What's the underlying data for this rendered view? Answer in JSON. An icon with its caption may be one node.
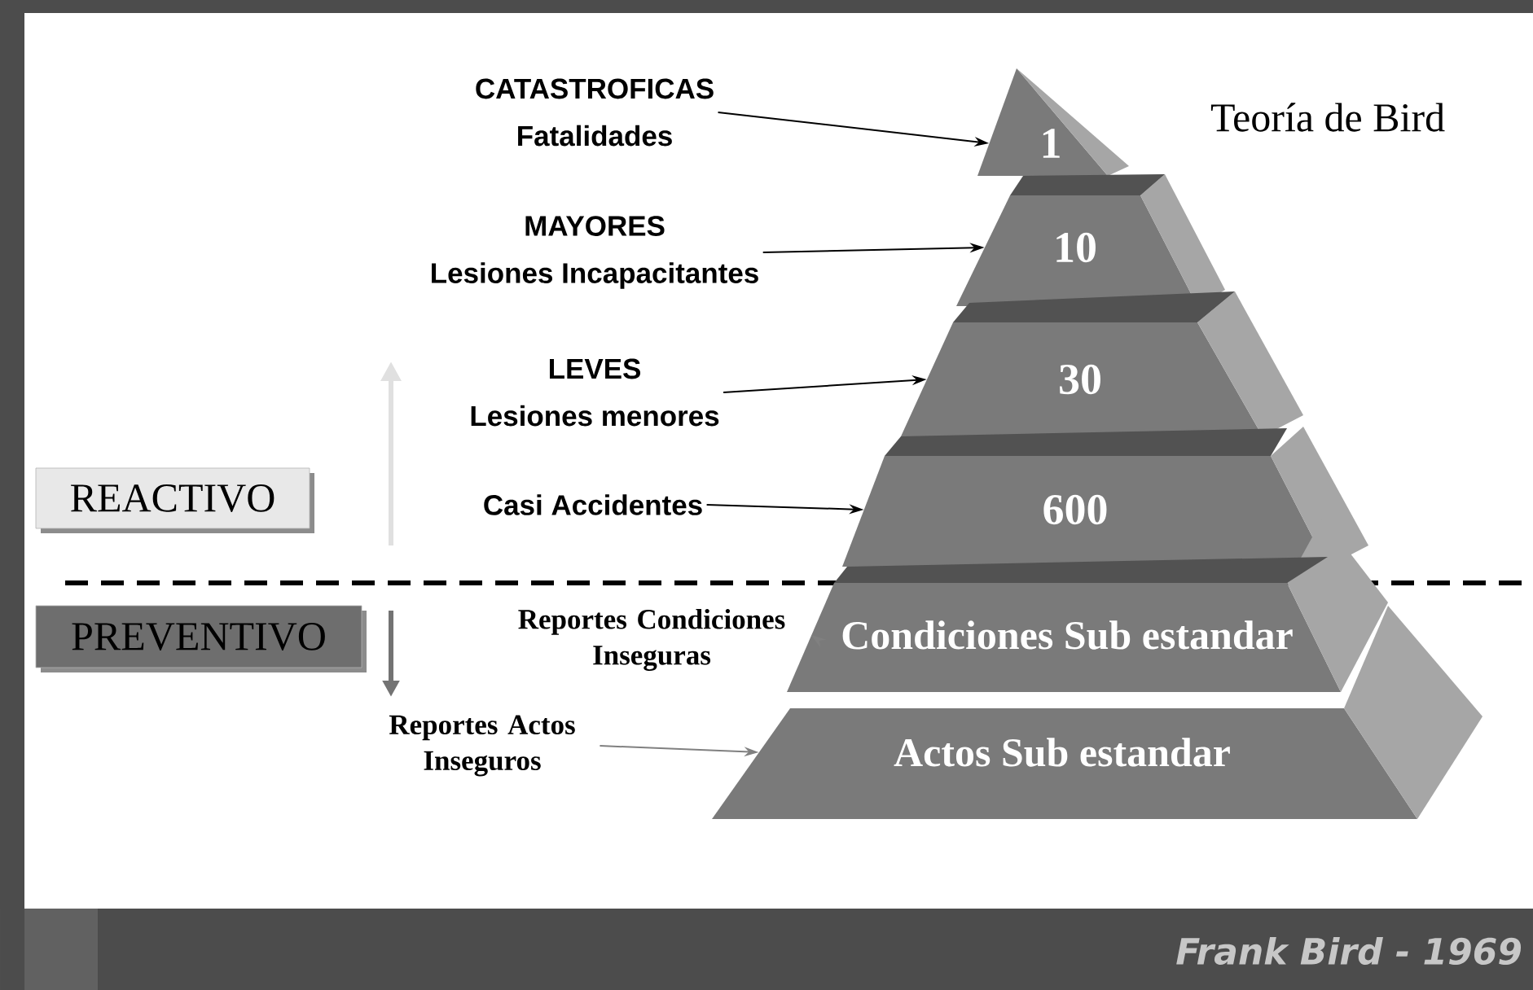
{
  "diagram": {
    "title": "Teoría de Bird",
    "caption": "Frank Bird - 1969",
    "nodes": [
      {
        "text": [
          "CATASTROFICAS",
          "Fatalidades"
        ]
      },
      {
        "text": [
          "1"
        ]
      },
      {
        "text": [
          "MAYORES",
          "Lesiones Incapacitantes"
        ]
      },
      {
        "text": [
          "10"
        ]
      },
      {
        "text": [
          "LEVES",
          "Lesiones menores"
        ]
      },
      {
        "text": [
          "30"
        ]
      },
      {
        "text": [
          "Casi Accidentes"
        ]
      },
      {
        "text": [
          "600"
        ]
      },
      {
        "text": [
          "Reportes Condiciones Inseguras"
        ]
      },
      {
        "text": [
          "Condiciones Sub estandar"
        ]
      },
      {
        "text": [
          "Reportes Actos Inseguros"
        ]
      },
      {
        "text": [
          "Actos Sub estandar"
        ]
      },
      {
        "text": [
          "REACTIVO"
        ]
      },
      {
        "text": [
          "PREVENTIVO"
        ]
      }
    ],
    "edges": [
      {
        "from": 0,
        "to": 1,
        "arrow": "to"
      },
      {
        "from": 2,
        "to": 3,
        "arrow": "to"
      },
      {
        "from": 4,
        "to": 5,
        "arrow": "to"
      },
      {
        "from": 6,
        "to": 7,
        "arrow": "to"
      },
      {
        "from": 8,
        "to": 9,
        "arrow": "to",
        "color": "#808080"
      },
      {
        "from": 10,
        "to": 11,
        "arrow": "to",
        "color": "#808080"
      }
    ]
  }
}
